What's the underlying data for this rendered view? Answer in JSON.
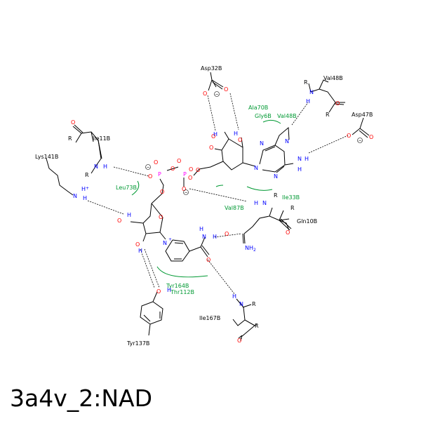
{
  "caption": "3a4v_2:NAD",
  "colors": {
    "bond": "#000000",
    "oxygen": "#ff0000",
    "nitrogen": "#0000ff",
    "phosphorus": "#ff00ff",
    "hydrophobic": "#009933",
    "hbond": "#000000"
  },
  "residues": {
    "asp32": "Asp32B",
    "val48_top": "Val48B",
    "ala70": "Ala70B",
    "gly6": "Gly6B",
    "val48_arc": "Val48B",
    "asp47": "Asp47B",
    "ile11": "Ile11B",
    "lys141": "Lys141B",
    "leu73": "Leu73B",
    "ile33": "Ile33B",
    "val87": "Val87B",
    "gln10": "Gln10B",
    "tyr164": "Tyr164B",
    "thr112": "Thr112B",
    "ile167": "Ile167B",
    "tyr137": "Tyr137B"
  },
  "atoms": {
    "O": "O",
    "N": "N",
    "H": "H",
    "P": "P",
    "R": "R",
    "NH2": "NH",
    "sub2": "2",
    "plus": "+",
    "minus": "−"
  }
}
